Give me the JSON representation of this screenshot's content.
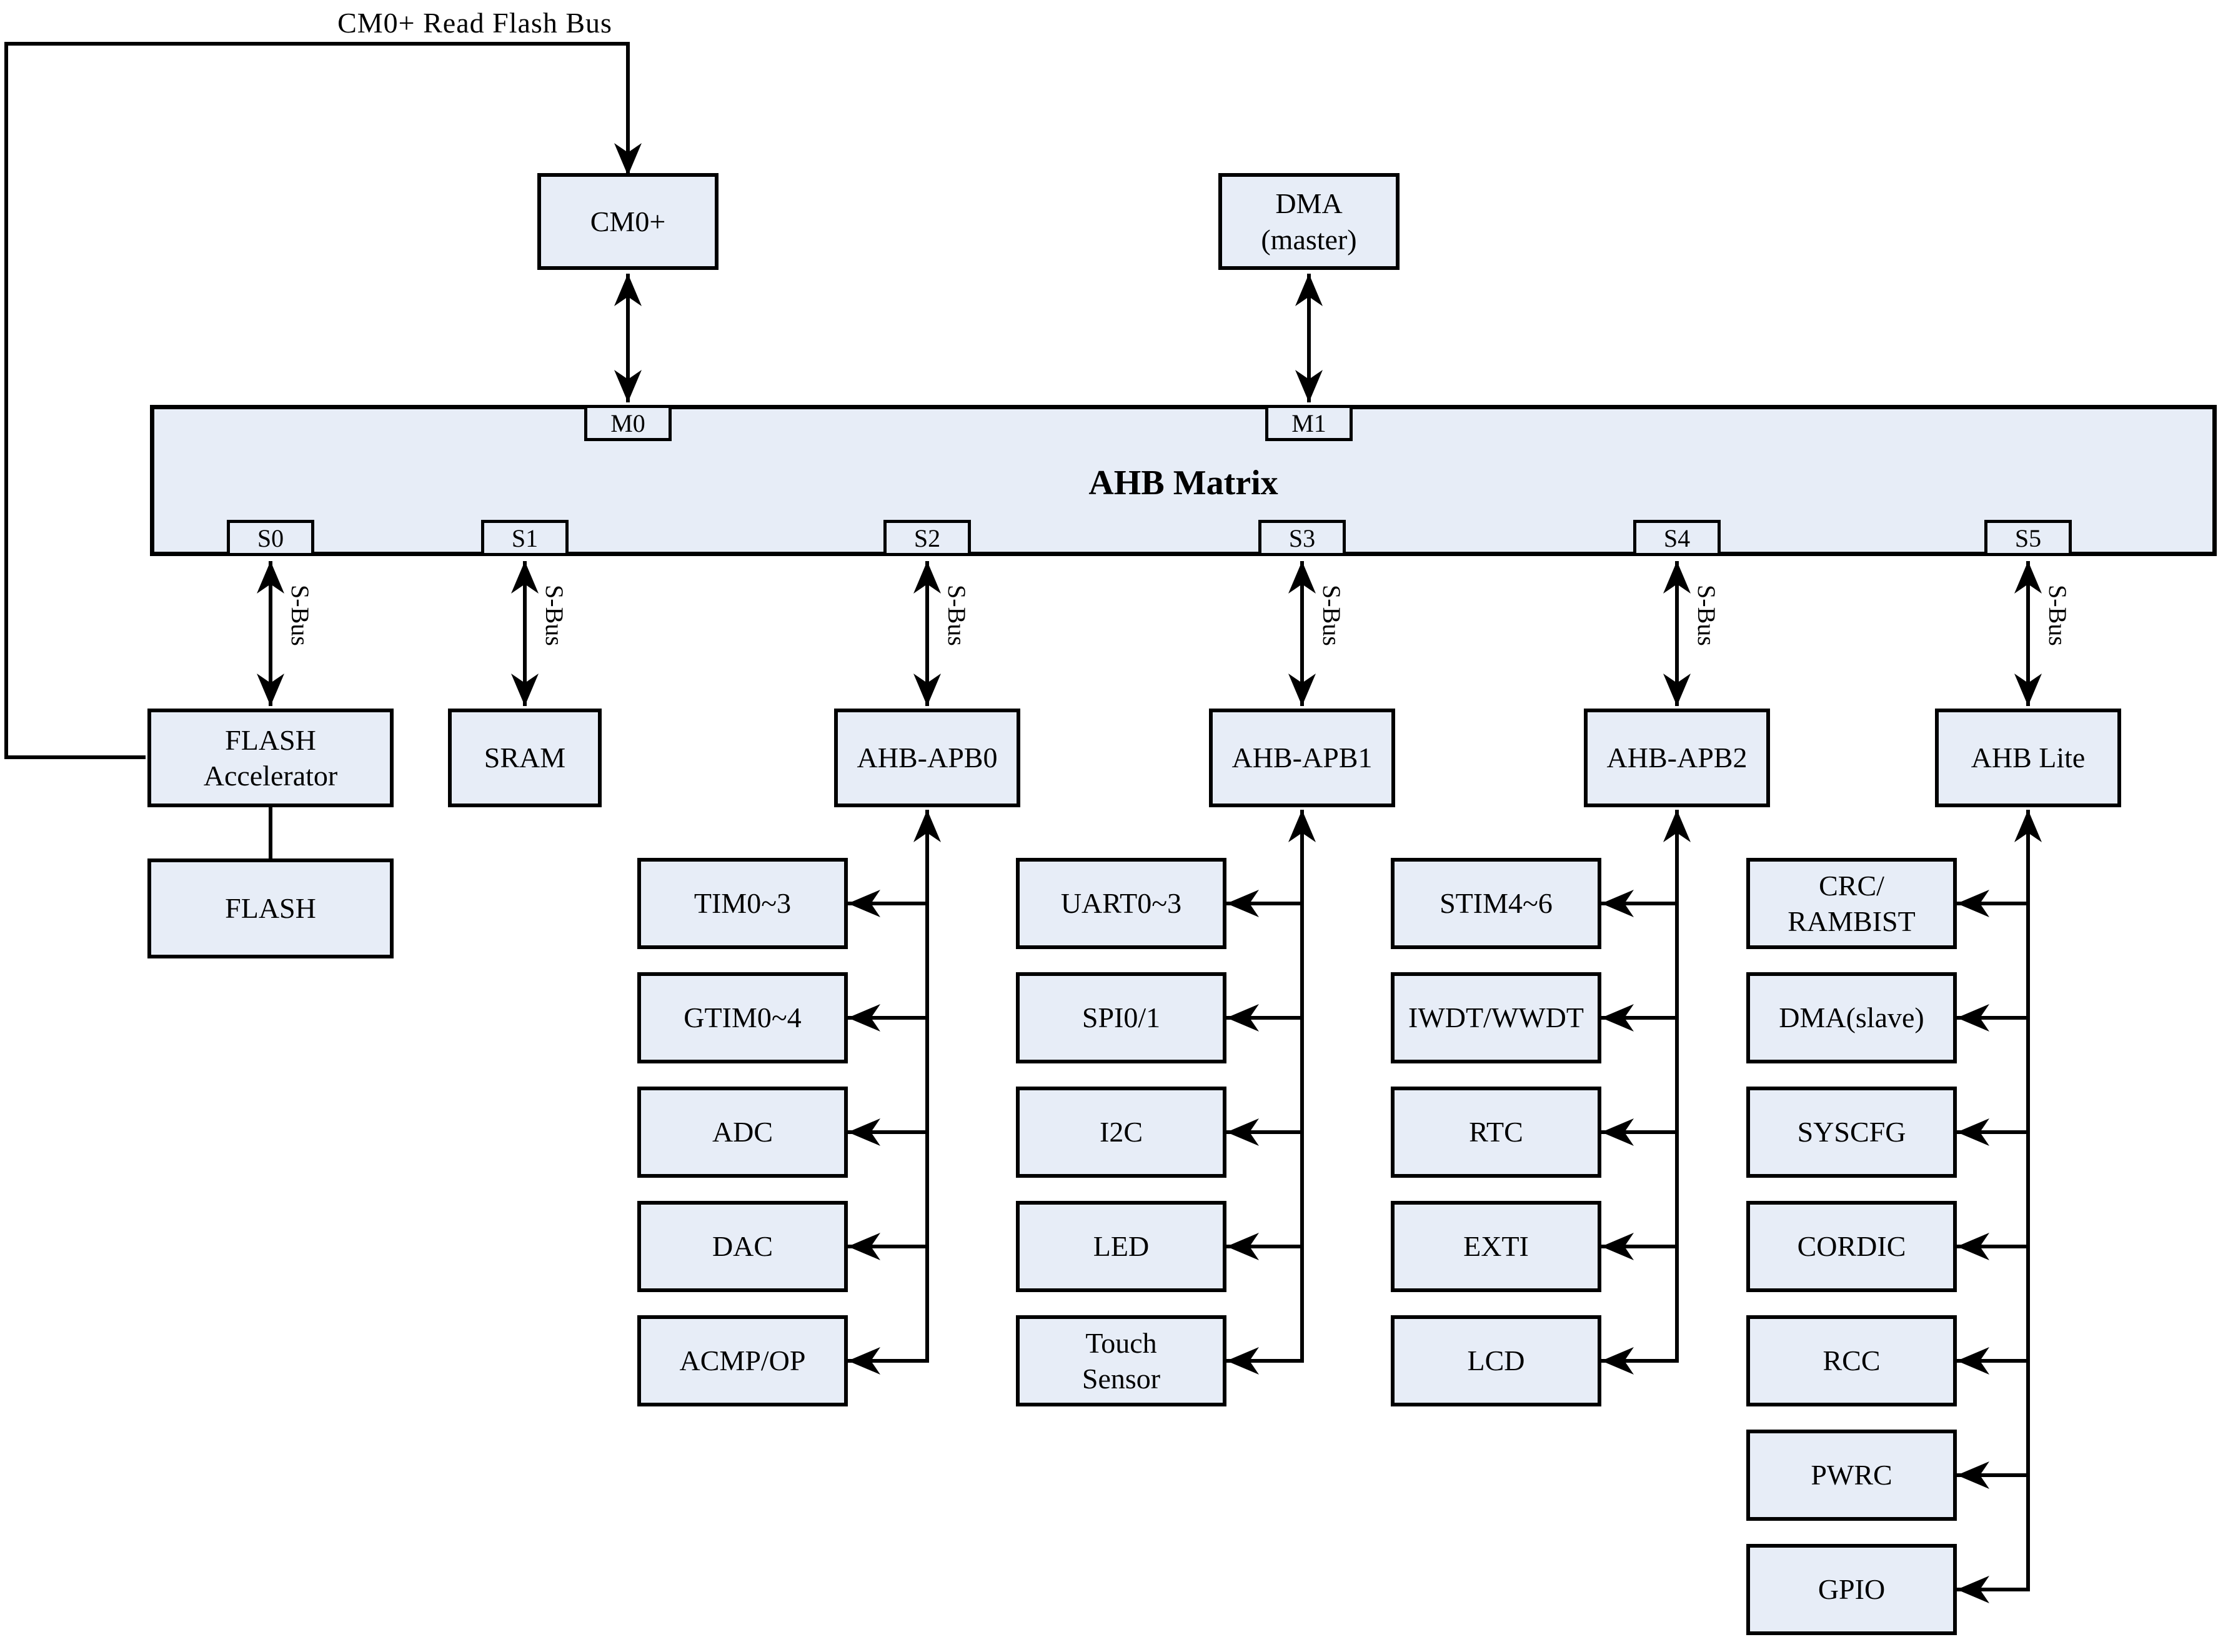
{
  "colors": {
    "box_fill": "#E7EDF7",
    "stroke": "#000000",
    "background": "#FFFFFF"
  },
  "top_bus": {
    "label": "CM0+ Read Flash Bus"
  },
  "masters": [
    {
      "id": "cm0plus",
      "lines": [
        "CM0+"
      ]
    },
    {
      "id": "dma-master",
      "lines": [
        "DMA",
        "(master)"
      ]
    }
  ],
  "ahb_matrix": {
    "title": "AHB Matrix",
    "master_ports": [
      {
        "label": "M0"
      },
      {
        "label": "M1"
      }
    ],
    "slave_ports": [
      {
        "label": "S0"
      },
      {
        "label": "S1"
      },
      {
        "label": "S2"
      },
      {
        "label": "S3"
      },
      {
        "label": "S4"
      },
      {
        "label": "S5"
      }
    ],
    "slave_bus_label": "S-Bus"
  },
  "memory": {
    "flash_accelerator": {
      "lines": [
        "FLASH",
        "Accelerator"
      ]
    },
    "flash": {
      "lines": [
        "FLASH"
      ]
    },
    "sram": {
      "lines": [
        "SRAM"
      ]
    }
  },
  "bridges": [
    {
      "label": "AHB-APB0",
      "peripherals": [
        {
          "lines": [
            "TIM0~3"
          ]
        },
        {
          "lines": [
            "GTIM0~4"
          ]
        },
        {
          "lines": [
            "ADC"
          ]
        },
        {
          "lines": [
            "DAC"
          ]
        },
        {
          "lines": [
            "ACMP/OP"
          ]
        }
      ]
    },
    {
      "label": "AHB-APB1",
      "peripherals": [
        {
          "lines": [
            "UART0~3"
          ]
        },
        {
          "lines": [
            "SPI0/1"
          ]
        },
        {
          "lines": [
            "I2C"
          ]
        },
        {
          "lines": [
            "LED"
          ]
        },
        {
          "lines": [
            "Touch",
            "Sensor"
          ]
        }
      ]
    },
    {
      "label": "AHB-APB2",
      "peripherals": [
        {
          "lines": [
            "STIM4~6"
          ]
        },
        {
          "lines": [
            "IWDT/WWDT"
          ]
        },
        {
          "lines": [
            "RTC"
          ]
        },
        {
          "lines": [
            "EXTI"
          ]
        },
        {
          "lines": [
            "LCD"
          ]
        }
      ]
    },
    {
      "label": "AHB Lite",
      "peripherals": [
        {
          "lines": [
            "CRC/",
            "RAMBIST"
          ]
        },
        {
          "lines": [
            "DMA(slave)"
          ]
        },
        {
          "lines": [
            "SYSCFG"
          ]
        },
        {
          "lines": [
            "CORDIC"
          ]
        },
        {
          "lines": [
            "RCC"
          ]
        },
        {
          "lines": [
            "PWRC"
          ]
        },
        {
          "lines": [
            "GPIO"
          ]
        }
      ]
    }
  ]
}
